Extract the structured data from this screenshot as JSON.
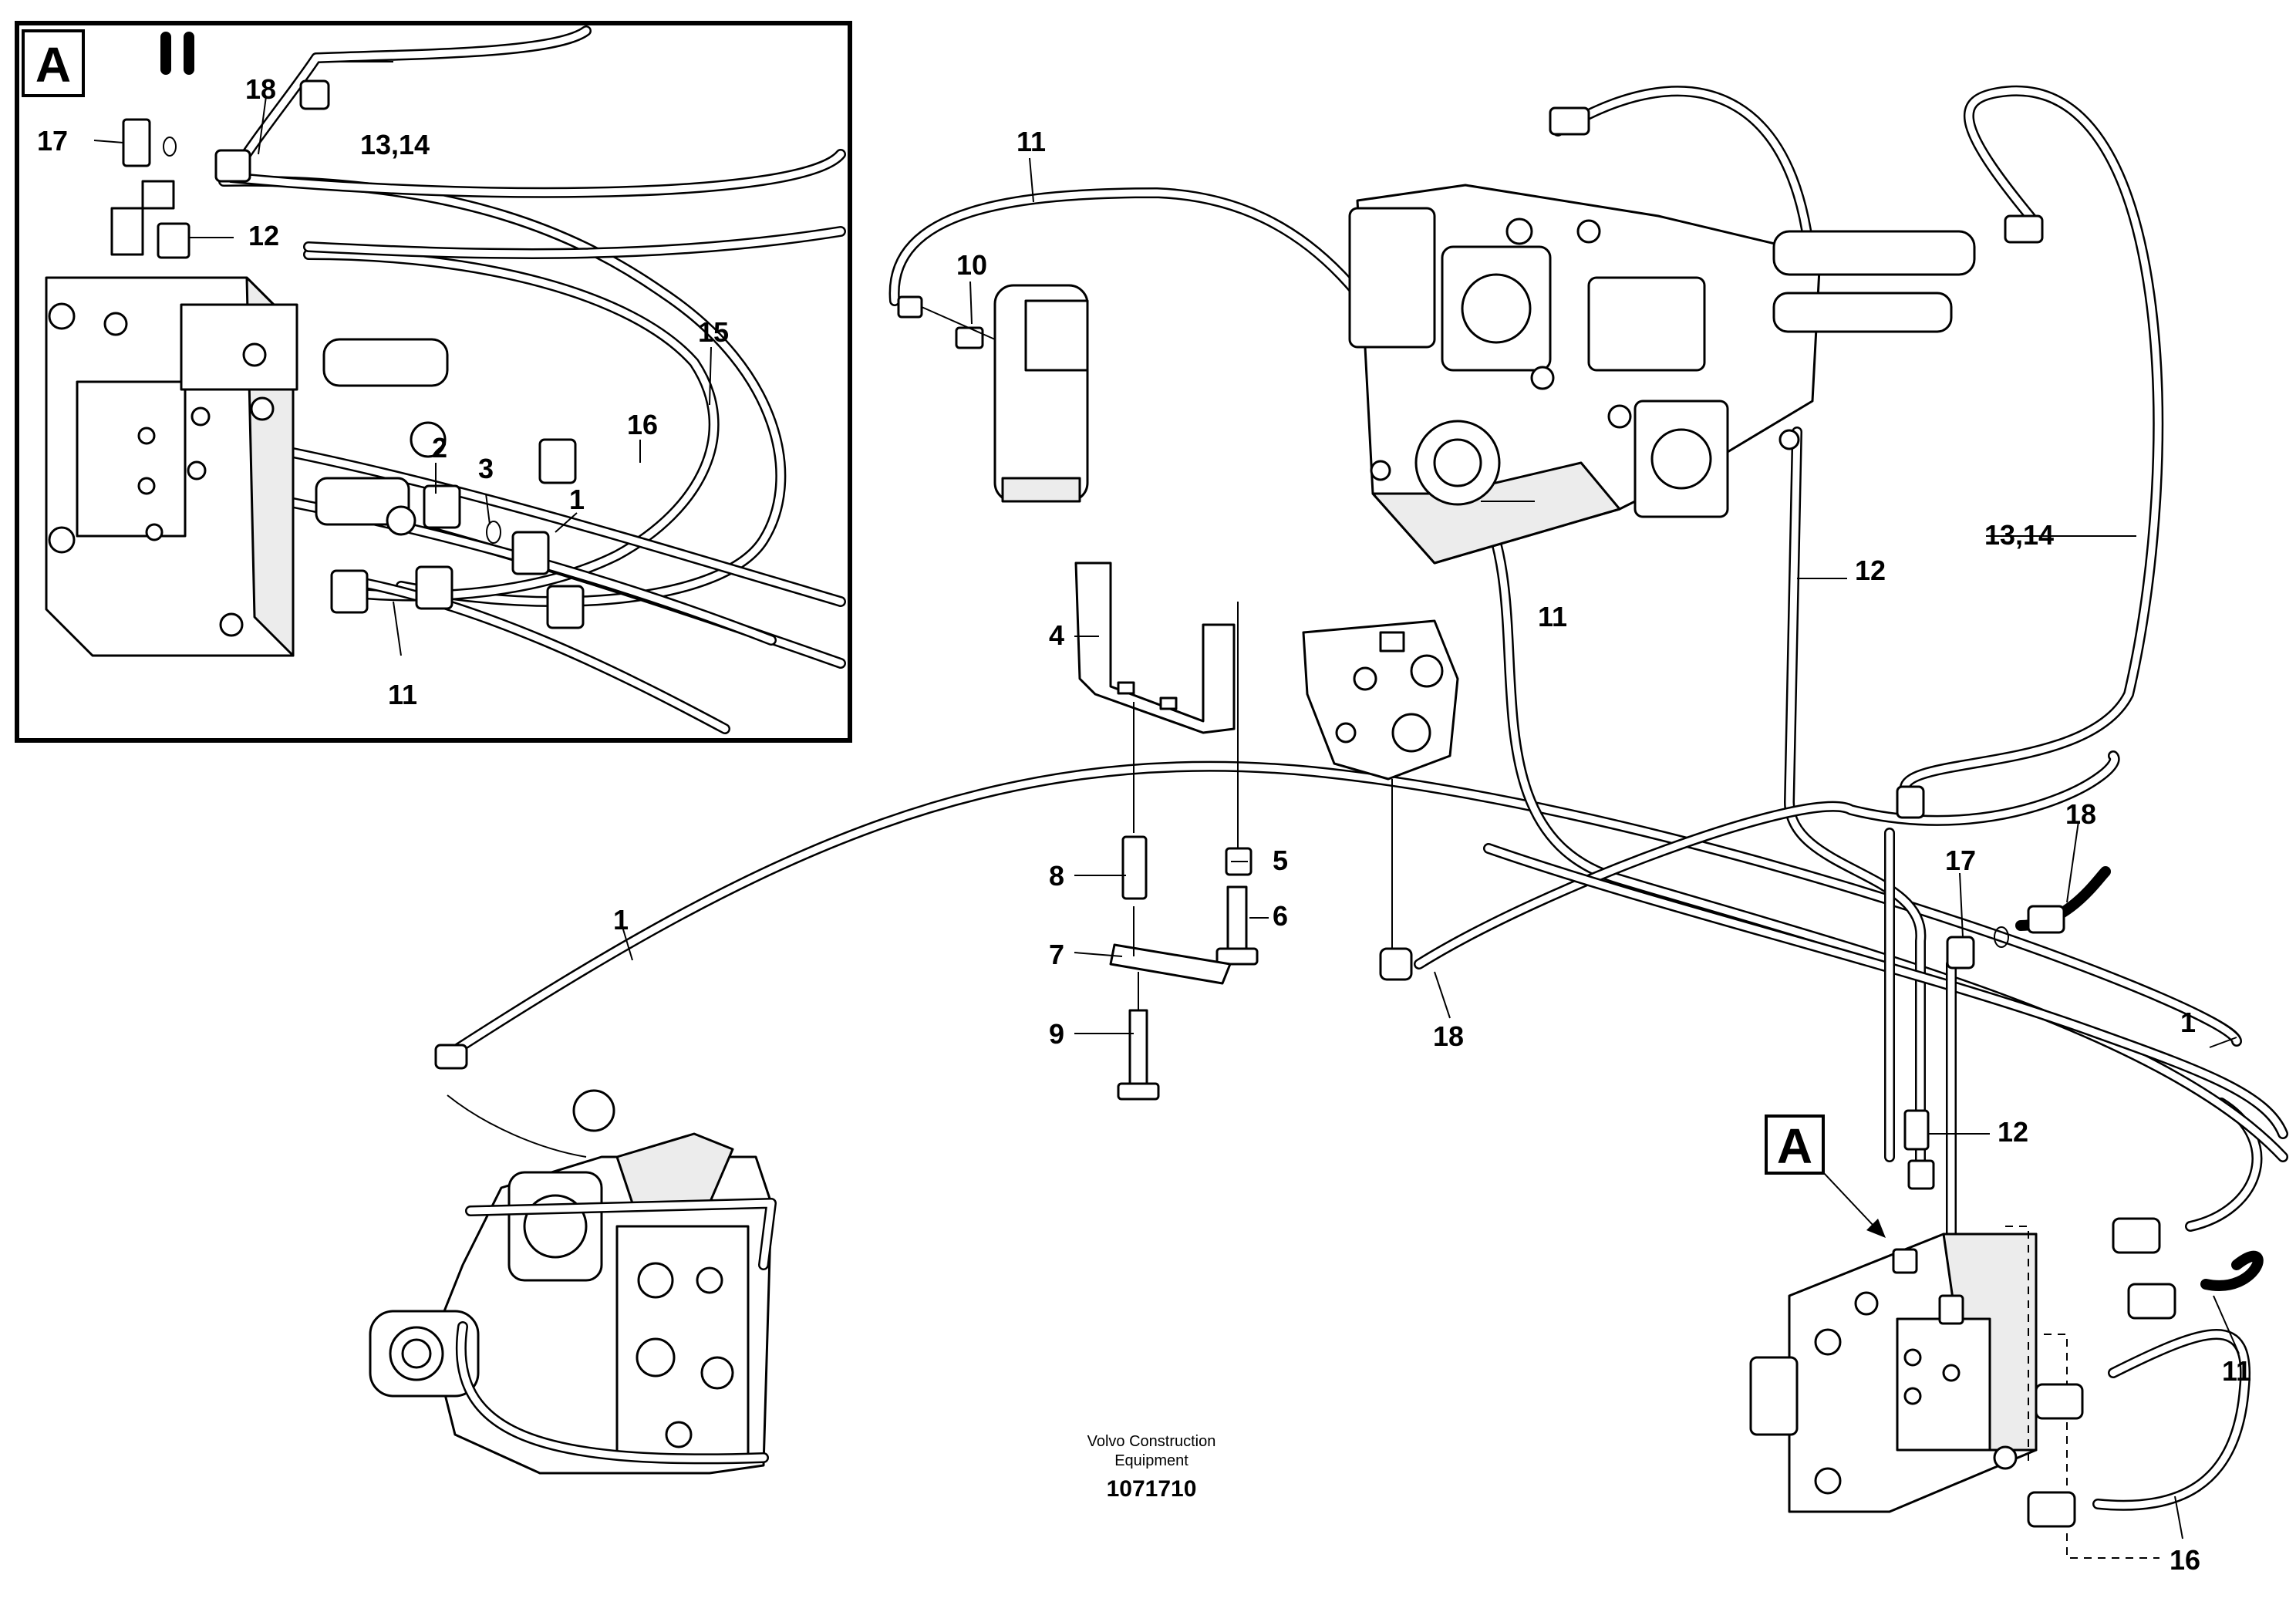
{
  "callouts": {
    "c1": "1",
    "c2": "2",
    "c3": "3",
    "c4": "4",
    "c5": "5",
    "c6": "6",
    "c7": "7",
    "c8": "8",
    "c9": "9",
    "c10": "10",
    "c11": "11",
    "c12": "12",
    "c13_14": "13,14",
    "c15": "15",
    "c16": "16",
    "c17": "17",
    "c18": "18"
  },
  "view_marker": "A",
  "credit": {
    "line1": "Volvo Construction",
    "line2": "Equipment",
    "drawing_number": "1071710"
  }
}
